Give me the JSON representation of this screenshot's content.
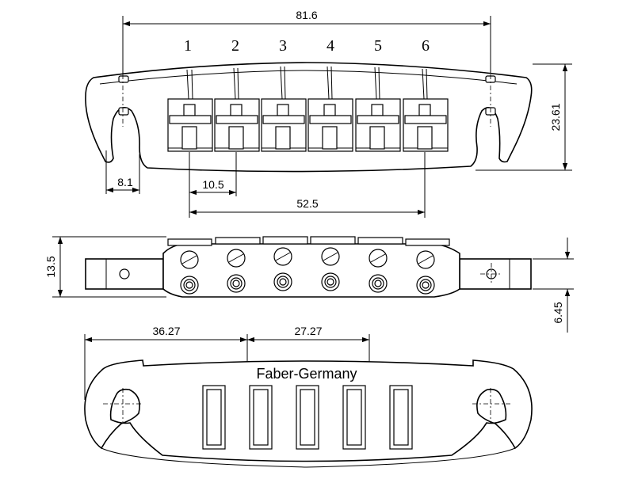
{
  "dimensions": {
    "overall_width": "81.6",
    "height_top": "23.61",
    "edge_offset": "8.1",
    "first_saddle": "10.5",
    "saddle_span": "52.5",
    "side_height": "13.5",
    "post_height": "6.45",
    "bottom_left": "36.27",
    "bottom_right": "27.27"
  },
  "string_numbers": [
    "1",
    "2",
    "3",
    "4",
    "5",
    "6"
  ],
  "brand_label": "Faber-Germany"
}
